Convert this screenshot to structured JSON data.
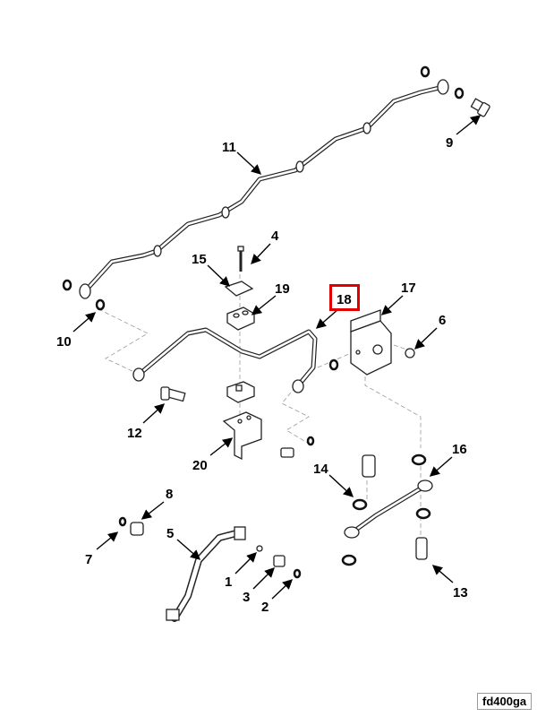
{
  "figure_id": "fd400ga",
  "highlighted_callout": "18",
  "highlight_color": "#e00000",
  "callouts": {
    "c1": "1",
    "c2": "2",
    "c3": "3",
    "c4": "4",
    "c5": "5",
    "c6": "6",
    "c7": "7",
    "c8": "8",
    "c9": "9",
    "c10": "10",
    "c11": "11",
    "c12": "12",
    "c13": "13",
    "c14": "14",
    "c15": "15",
    "c16": "16",
    "c17": "17",
    "c18": "18",
    "c19": "19",
    "c20": "20"
  }
}
